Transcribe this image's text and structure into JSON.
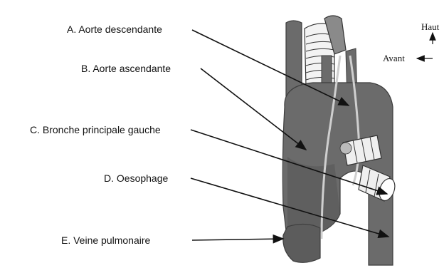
{
  "labels": {
    "a": "A. Aorte descendante",
    "b": "B. Aorte ascendante",
    "c": "C. Bronche principale gauche",
    "d": "D. Oesophage",
    "e": "E. Veine pulmonaire"
  },
  "orientation": {
    "up": "Haut",
    "front": "Avant"
  },
  "colors": {
    "vessel": "#6b6b6b",
    "vessel_dark": "#4a4a4a",
    "esophagus_line": "#c9c9c9",
    "trachea_rings": "#e8e8e8",
    "arrow": "#111111"
  }
}
